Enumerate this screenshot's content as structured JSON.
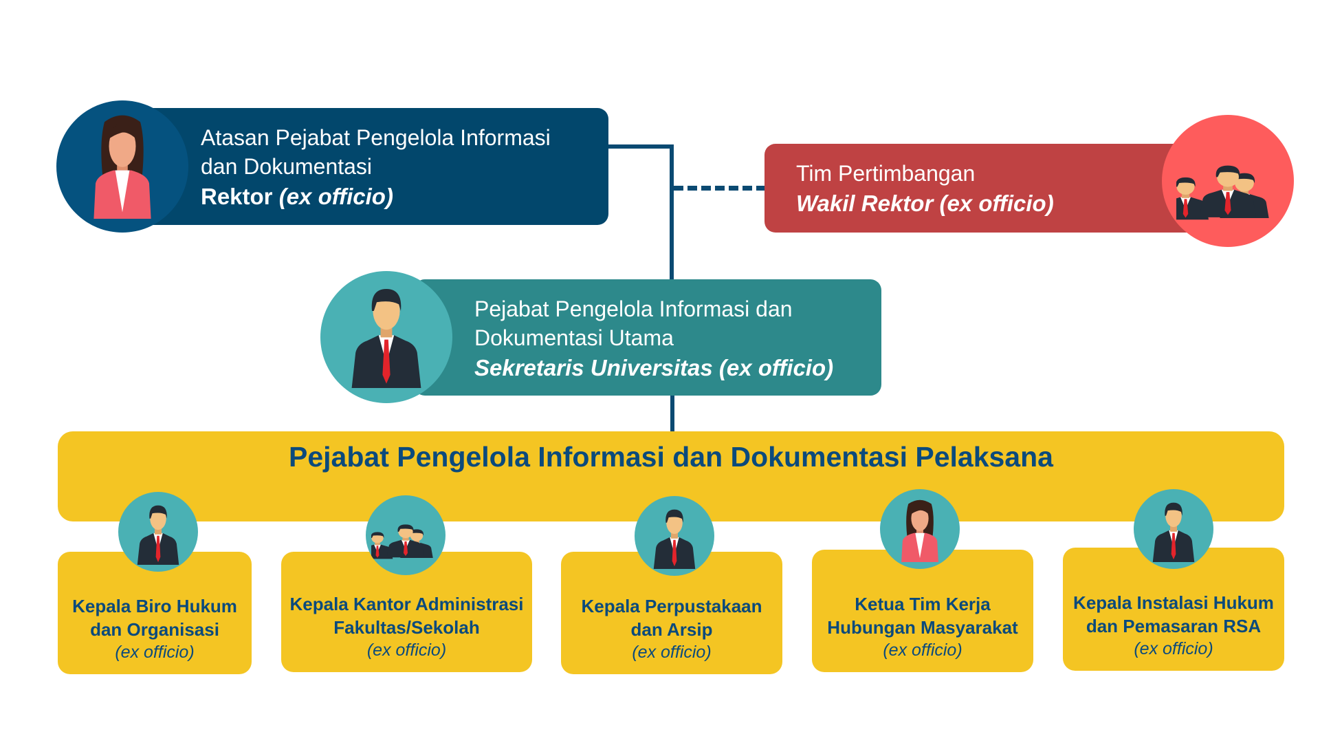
{
  "atasan": {
    "line1": "Atasan Pejabat Pengelola Informasi",
    "line2": "dan Dokumentasi",
    "role_bold": "Rektor",
    "role_italic": "(ex officio)"
  },
  "tim": {
    "line1": "Tim Pertimbangan",
    "role": "Wakil Rektor (ex officio)"
  },
  "utama": {
    "line1": "Pejabat Pengelola Informasi dan",
    "line2": "Dokumentasi Utama",
    "role": "Sekretaris Universitas (ex officio)"
  },
  "pelaksana": {
    "title": "Pejabat Pengelola Informasi dan Dokumentasi Pelaksana",
    "members": [
      {
        "line1": "Kepala Biro Hukum",
        "line2": "dan Organisasi",
        "note": "(ex officio)",
        "icon": "male"
      },
      {
        "line1": "Kepala Kantor Administrasi",
        "line2": "Fakultas/Sekolah",
        "note": "(ex officio)",
        "icon": "group"
      },
      {
        "line1": "Kepala Perpustakaan",
        "line2": "dan Arsip",
        "note": "(ex officio)",
        "icon": "male"
      },
      {
        "line1": "Ketua Tim Kerja",
        "line2": "Hubungan Masyarakat",
        "note": "(ex officio)",
        "icon": "female"
      },
      {
        "line1": "Kepala Instalasi Hukum",
        "line2": "dan Pemasaran RSA",
        "note": "(ex officio)",
        "icon": "male"
      }
    ]
  },
  "colors": {
    "navy": "#02476c",
    "red": "#bf4243",
    "teal": "#2d898b",
    "yellow": "#f4c523",
    "title": "#0b4a7c"
  }
}
